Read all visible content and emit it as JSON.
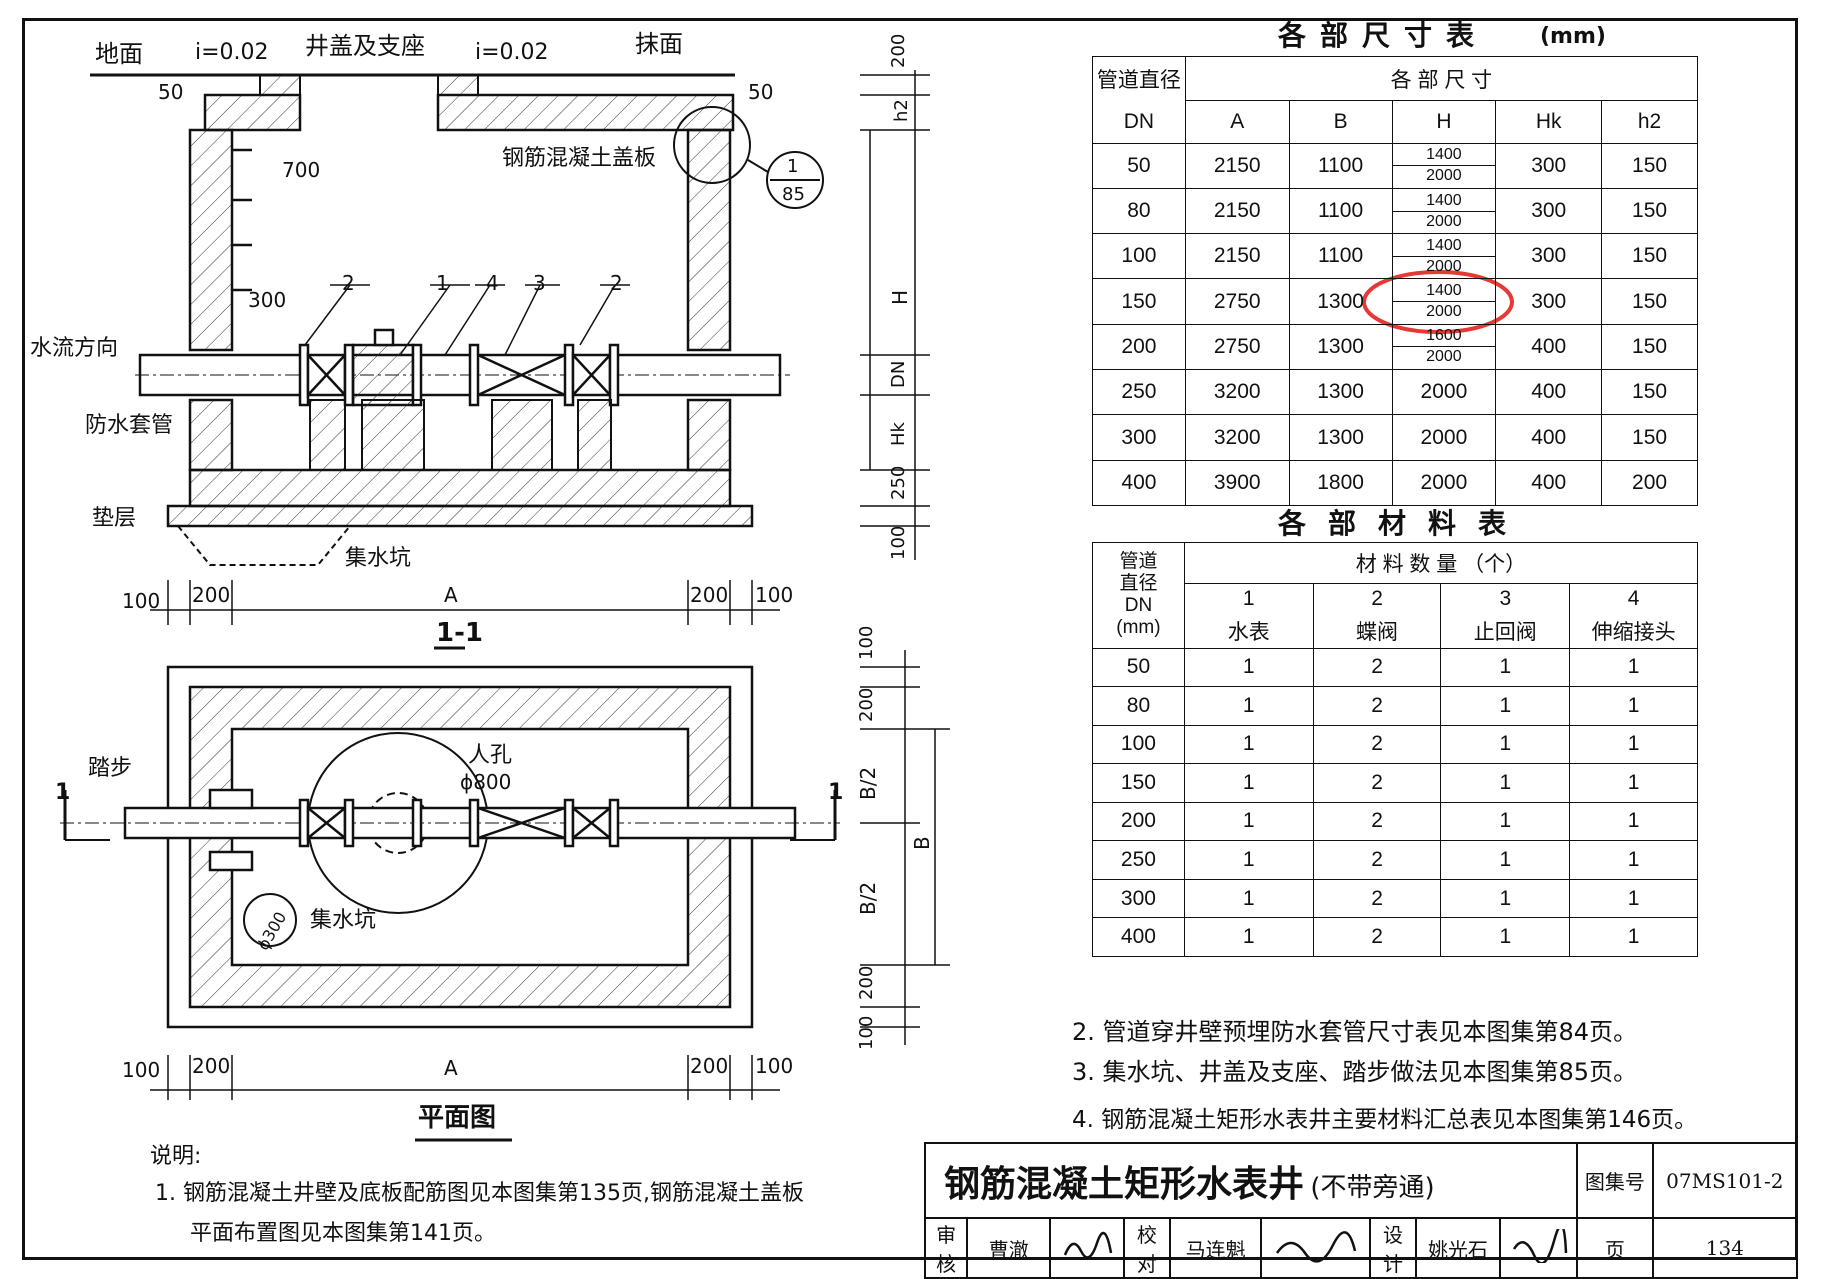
{
  "section_view": {
    "title": "1-1",
    "labels": {
      "ground": "地面",
      "slope_left": "i=0.02",
      "slope_right": "i=0.02",
      "cover_seat": "井盖及支座",
      "plaster": "抹面",
      "rc_cover": "钢筋混凝土盖板",
      "flow_direction": "水流方向",
      "sleeve": "防水套管",
      "cushion": "垫层",
      "sump": "集水坑",
      "callout_top": "1",
      "callout_bottom": "85"
    },
    "dims": {
      "d50_left": "50",
      "d50_right": "50",
      "d700": "700",
      "d300": "300",
      "d200_top": "200",
      "h2": "h2",
      "H": "H",
      "DN": "DN",
      "Hk": "Hk",
      "d250": "250",
      "d100": "100",
      "b100_left": "100",
      "b200_left": "200",
      "bA": "A",
      "b200_right": "200",
      "b100_right": "100"
    },
    "part_numbers": [
      "2",
      "1",
      "4",
      "3",
      "2"
    ]
  },
  "plan_view": {
    "title": "平面图",
    "labels": {
      "step": "踏步",
      "manhole": "人孔",
      "manhole_dia": "ϕ800",
      "sump": "集水坑",
      "sump_dia": "ϕ300",
      "cut_left": "1",
      "cut_right": "1"
    },
    "dims": {
      "v100_top": "100",
      "v200_top": "200",
      "vB2_top": "B/2",
      "vB": "B",
      "vB2_bottom": "B/2",
      "v200_bottom": "200",
      "v100_bottom": "100",
      "b100_left": "100",
      "b200_left": "200",
      "bA": "A",
      "b200_right": "200",
      "b100_right": "100"
    }
  },
  "dimension_table": {
    "title": "各部尺寸表",
    "unit": "(mm)",
    "header_dn_top": "管道直径",
    "header_dn_bottom": "DN",
    "header_group": "各 部 尺 寸",
    "columns": [
      "A",
      "B",
      "H",
      "Hk",
      "h2"
    ],
    "rows": [
      {
        "dn": "50",
        "A": "2150",
        "B": "1100",
        "H": [
          "1400",
          "2000"
        ],
        "Hk": "300",
        "h2": "150"
      },
      {
        "dn": "80",
        "A": "2150",
        "B": "1100",
        "H": [
          "1400",
          "2000"
        ],
        "Hk": "300",
        "h2": "150"
      },
      {
        "dn": "100",
        "A": "2150",
        "B": "1100",
        "H": [
          "1400",
          "2000"
        ],
        "Hk": "300",
        "h2": "150"
      },
      {
        "dn": "150",
        "A": "2750",
        "B": "1300",
        "H": [
          "1400",
          "2000"
        ],
        "Hk": "300",
        "h2": "150"
      },
      {
        "dn": "200",
        "A": "2750",
        "B": "1300",
        "H": [
          "1600",
          "2000"
        ],
        "Hk": "400",
        "h2": "150"
      },
      {
        "dn": "250",
        "A": "3200",
        "B": "1300",
        "H": [
          "2000"
        ],
        "Hk": "400",
        "h2": "150"
      },
      {
        "dn": "300",
        "A": "3200",
        "B": "1300",
        "H": [
          "2000"
        ],
        "Hk": "400",
        "h2": "150"
      },
      {
        "dn": "400",
        "A": "3900",
        "B": "1800",
        "H": [
          "2000"
        ],
        "Hk": "400",
        "h2": "200"
      }
    ],
    "highlight_color": "#e53935"
  },
  "material_table": {
    "title": "各部材料表",
    "header_dn": [
      "管道",
      "直径",
      "DN",
      "(mm)"
    ],
    "header_group": "材 料 数 量 （个）",
    "items": [
      {
        "no": "1",
        "name": "水表"
      },
      {
        "no": "2",
        "name": "蝶阀"
      },
      {
        "no": "3",
        "name": "止回阀"
      },
      {
        "no": "4",
        "name": "伸缩接头"
      }
    ],
    "rows": [
      {
        "dn": "50",
        "q": [
          "1",
          "2",
          "1",
          "1"
        ]
      },
      {
        "dn": "80",
        "q": [
          "1",
          "2",
          "1",
          "1"
        ]
      },
      {
        "dn": "100",
        "q": [
          "1",
          "2",
          "1",
          "1"
        ]
      },
      {
        "dn": "150",
        "q": [
          "1",
          "2",
          "1",
          "1"
        ]
      },
      {
        "dn": "200",
        "q": [
          "1",
          "2",
          "1",
          "1"
        ]
      },
      {
        "dn": "250",
        "q": [
          "1",
          "2",
          "1",
          "1"
        ]
      },
      {
        "dn": "300",
        "q": [
          "1",
          "2",
          "1",
          "1"
        ]
      },
      {
        "dn": "400",
        "q": [
          "1",
          "2",
          "1",
          "1"
        ]
      }
    ]
  },
  "notes": {
    "heading": "说明:",
    "n1_line1": "1. 钢筋混凝土井壁及底板配筋图见本图集第135页,钢筋混凝土盖板",
    "n1_line2": "平面布置图见本图集第141页。",
    "n2": "2. 管道穿井壁预埋防水套管尺寸表见本图集第84页。",
    "n3": "3. 集水坑、井盖及支座、踏步做法见本图集第85页。",
    "n4": "4. 钢筋混凝土矩形水表井主要材料汇总表见本图集第146页。"
  },
  "title_block": {
    "title": "钢筋混凝土矩形水表井",
    "subtitle": "(不带旁通)",
    "atlas_label": "图集号",
    "atlas_no": "07MS101-2",
    "review_label": "审核",
    "reviewer": "曹澈",
    "check_label": "校对",
    "checker": "马连魁",
    "design_label": "设计",
    "designer": "姚光石",
    "page_label": "页",
    "page_no": "134"
  }
}
